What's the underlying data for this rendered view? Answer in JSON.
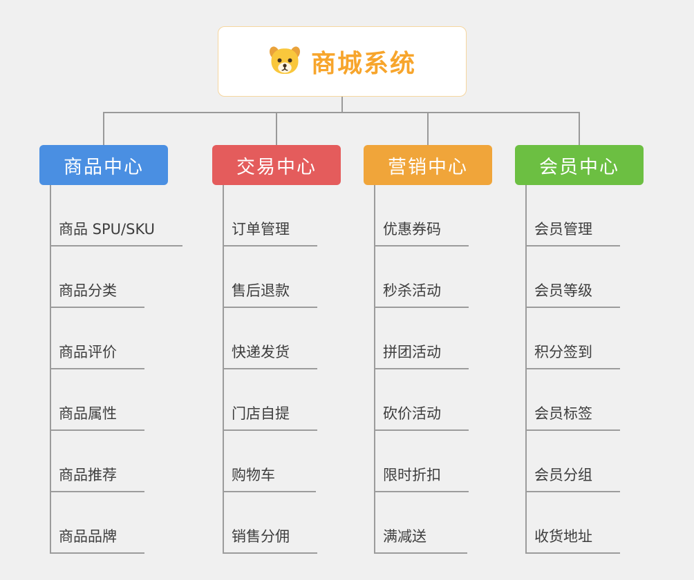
{
  "root": {
    "title": "商城系统",
    "icon": "dog-icon",
    "title_color": "#f7a52c",
    "border_color": "#f6d69e"
  },
  "line_color": "#999999",
  "branches": [
    {
      "title": "商品中心",
      "color": "#4a8fe2",
      "children": [
        "商品 SPU/SKU",
        "商品分类",
        "商品评价",
        "商品属性",
        "商品推荐",
        "商品品牌"
      ]
    },
    {
      "title": "交易中心",
      "color": "#e45c5c",
      "children": [
        "订单管理",
        "售后退款",
        "快递发货",
        "门店自提",
        "购物车",
        "销售分佣"
      ]
    },
    {
      "title": "营销中心",
      "color": "#f0a53a",
      "children": [
        "优惠券码",
        "秒杀活动",
        "拼团活动",
        "砍价活动",
        "限时折扣",
        "满减送"
      ]
    },
    {
      "title": "会员中心",
      "color": "#6cbf42",
      "children": [
        "会员管理",
        "会员等级",
        "积分签到",
        "会员标签",
        "会员分组",
        "收货地址"
      ]
    }
  ]
}
